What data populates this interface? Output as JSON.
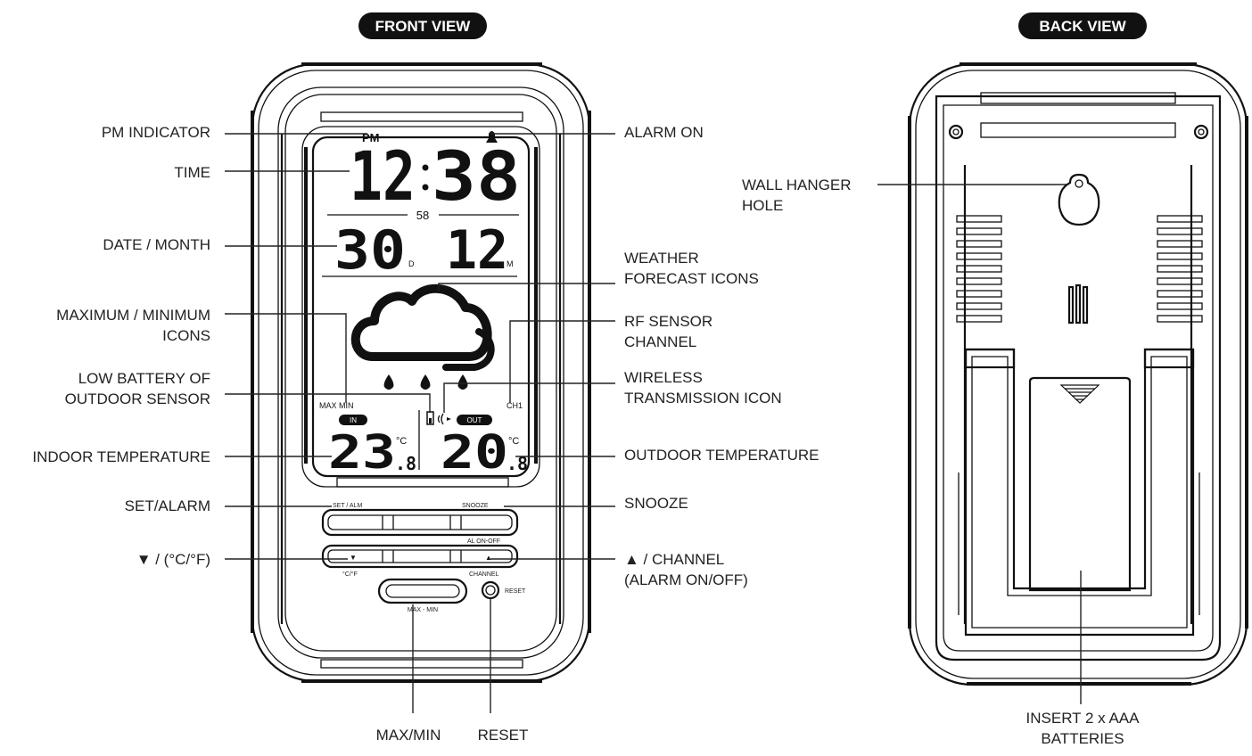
{
  "views": {
    "front_title": "FRONT VIEW",
    "back_title": "BACK VIEW"
  },
  "display": {
    "pm": "PM",
    "hours": "12",
    "minutes": "38",
    "seconds": "58",
    "date": "30",
    "date_unit": "D",
    "month": "12",
    "month_unit": "M",
    "max_min": "MAX MIN",
    "in_badge": "IN",
    "out_badge": "OUT",
    "channel": "CH1",
    "indoor_temp": "23",
    "indoor_decimal": ".8",
    "outdoor_temp": "20",
    "outdoor_decimal": ".8",
    "temp_unit": "°C"
  },
  "buttons": {
    "set_alarm": "SET / ALM",
    "snooze": "SNOOZE",
    "down": "▼",
    "up": "▲",
    "down_sub": "°C/°F",
    "up_sub": "CHANNEL",
    "max_min": "MAX - MIN",
    "reset": "RESET",
    "alarm_toggle": "AL ON-OFF"
  },
  "labels_left": {
    "pm_indicator": "PM INDICATOR",
    "time": "TIME",
    "date_month": "DATE / MONTH",
    "max_min_1": "MAXIMUM / MINIMUM",
    "max_min_2": "ICONS",
    "low_battery_1": "LOW BATTERY OF",
    "low_battery_2": "OUTDOOR SENSOR",
    "indoor_temperature": "INDOOR TEMPERATURE",
    "set_alarm": "SET/ALARM",
    "down_unit": "▼ / (°C/°F)"
  },
  "labels_right": {
    "alarm_on": "ALARM ON",
    "weather_1": "WEATHER",
    "weather_2": "FORECAST ICONS",
    "rf_1": "RF SENSOR",
    "rf_2": "CHANNEL",
    "wireless_1": "WIRELESS",
    "wireless_2": "TRANSMISSION ICON",
    "outdoor_temperature": "OUTDOOR TEMPERATURE",
    "snooze": "SNOOZE",
    "up_channel_1": "▲ / CHANNEL",
    "up_channel_2": "(ALARM ON/OFF)"
  },
  "labels_bottom": {
    "max_min": "MAX/MIN",
    "reset": "RESET"
  },
  "labels_back": {
    "wall_1": "WALL HANGER",
    "wall_2": "HOLE",
    "batteries_1": "INSERT 2 x AAA",
    "batteries_2": "BATTERIES"
  }
}
